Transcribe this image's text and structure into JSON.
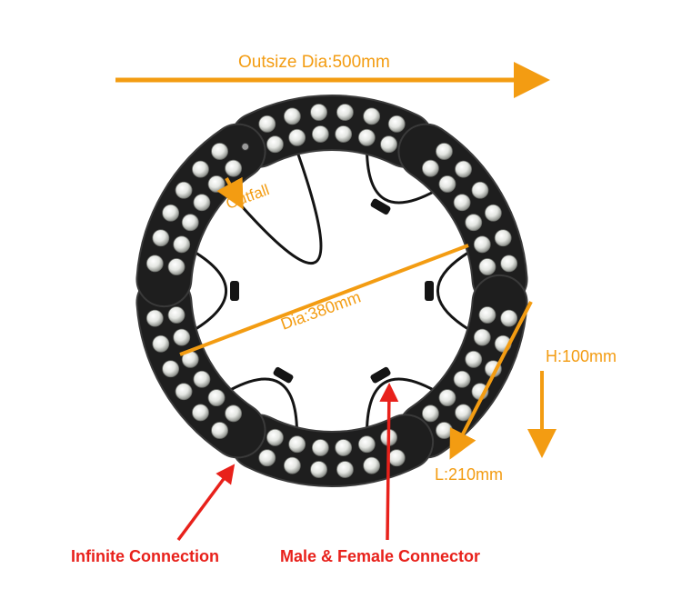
{
  "labels": {
    "outsize": "Outsize Dia:500mm",
    "outfall": "Outfall",
    "dia": "Dia:380mm",
    "height": "H:100mm",
    "length": "L:210mm",
    "infinite": "Infinite Connection",
    "connector": "Male & Female Connector"
  },
  "colors": {
    "annotation": "#f39c12",
    "callout": "#e8211b",
    "module_body": "#1e1e1e",
    "led": "#e6e8e4",
    "cable": "#141414"
  },
  "product": {
    "module_count": 6,
    "leds_per_module": 12
  }
}
